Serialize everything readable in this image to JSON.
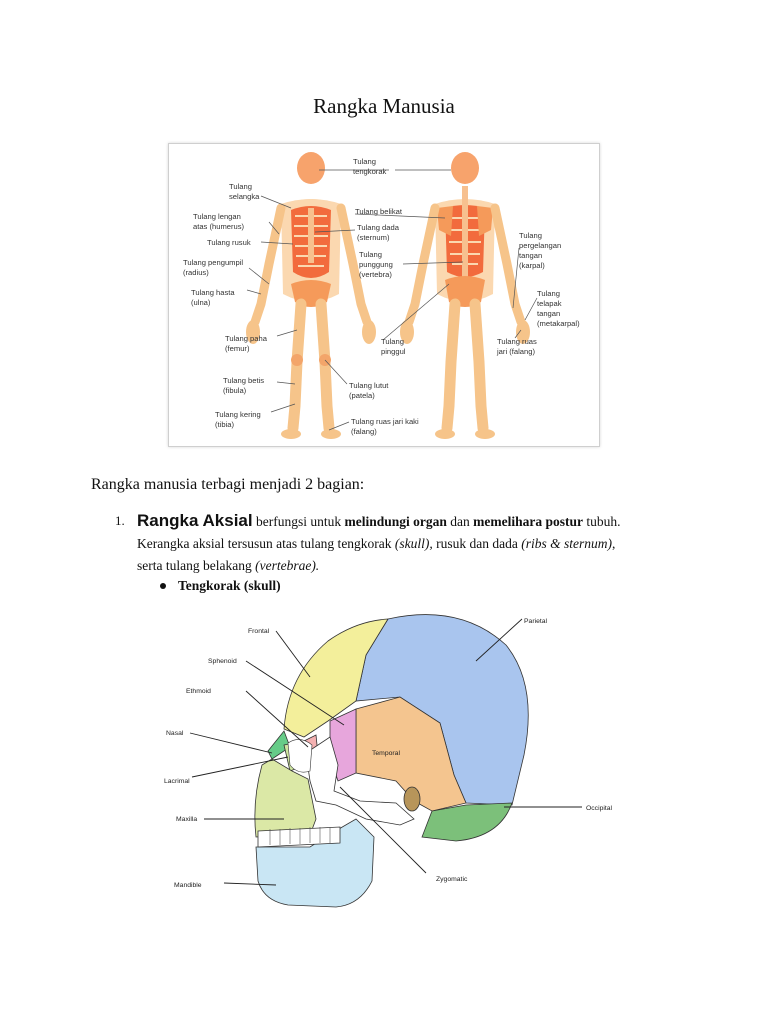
{
  "title": "Rangka Manusia",
  "figure1": {
    "labels": {
      "tengkorak": [
        "Tulang",
        "tengkorak"
      ],
      "selangka": [
        "Tulang",
        "selangka"
      ],
      "lengan_atas": [
        "Tulang lengan",
        "atas (humerus)"
      ],
      "rusuk": [
        "Tulang rusuk"
      ],
      "pengumpil": [
        "Tulang pengumpil",
        "(radius)"
      ],
      "hasta": [
        "Tulang hasta",
        "(ulna)"
      ],
      "paha": [
        "Tulang paha",
        "(femur)"
      ],
      "betis": [
        "Tulang betis",
        "(fibula)"
      ],
      "kering": [
        "Tulang kering",
        "(tibia)"
      ],
      "belikat": [
        "Tulang belikat"
      ],
      "dada": [
        "Tulang dada",
        "(sternum)"
      ],
      "punggung": [
        "Tulang",
        "punggung",
        "(vertebra)"
      ],
      "pinggul": [
        "Tulang",
        "pinggul"
      ],
      "lutut": [
        "Tulang lutut",
        "(patela)"
      ],
      "jari_kaki": [
        "Tulang ruas jari kaki",
        "(falang)"
      ],
      "pergelangan": [
        "Tulang",
        "pergelangan",
        "tangan",
        "(karpal)"
      ],
      "telapak": [
        "Tulang",
        "telapak",
        "tangan",
        "(metakarpal)"
      ],
      "ruas_jari": [
        "Tulang ruas",
        "jari (falang)"
      ]
    }
  },
  "intro": "Rangka manusia terbagi menjadi 2 bagian:",
  "item1": {
    "number": "1.",
    "heading": "Rangka Aksial",
    "t1": " berfungsi untuk ",
    "b1": "melindungi organ",
    "t2": " dan ",
    "b2": "memelihara postur",
    "t3": " tubuh.",
    "line2a": "Kerangka aksial tersusun atas tulang tengkorak ",
    "line2b": "(skull),",
    "line2c": " rusuk dan dada ",
    "line2d": "(ribs & sternum)",
    "line2e": ",",
    "line3a": "serta tulang belakang ",
    "line3b": "(vertebrae)."
  },
  "bullet1": "Tengkorak (skull)",
  "figure2": {
    "labels": {
      "frontal": "Frontal",
      "parietal": "Parietal",
      "sphenoid": "Sphenoid",
      "ethmoid": "Ethmoid",
      "nasal": "Nasal",
      "lacrimal": "Lacrimal",
      "temporal": "Temporal",
      "maxilla": "Maxilla",
      "occipital": "Occipital",
      "zygomatic": "Zygomatic",
      "mandible": "Mandible"
    },
    "colors": {
      "frontal": "#f3ef9b",
      "parietal": "#a9c5ee",
      "sphenoid": "#e7a6dc",
      "ethmoid": "#f4b1b1",
      "nasal": "#66cc88",
      "lacrimal": "#cfe6a0",
      "temporal": "#f4c58f",
      "maxilla": "#dbe8a6",
      "occipital": "#7cc07a",
      "zygomatic": "#ffffff",
      "mandible": "#c9e6f4"
    }
  }
}
